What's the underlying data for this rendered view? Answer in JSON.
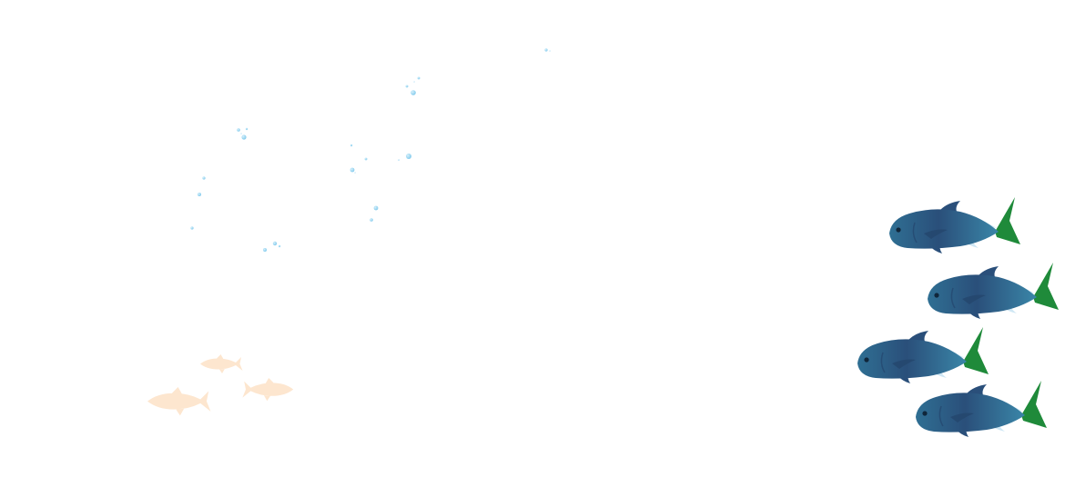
{
  "scene": {
    "background_color": "#ffffff",
    "bubble_color": "#7fc9ec",
    "bubble_highlight_color": "#d6f0fb",
    "silhouette_fish_color": "#fde6cf",
    "fish_body_colors": [
      "#2a4f7a",
      "#2f6f93",
      "#3a86a8"
    ],
    "fish_belly_color": "#cfe7f4",
    "fish_tail_color": "#1f8a3a",
    "fish_eye_color": "#10263a",
    "bubble_count": 24,
    "silhouette_fish_count": 3,
    "large_fish_count": 4
  }
}
